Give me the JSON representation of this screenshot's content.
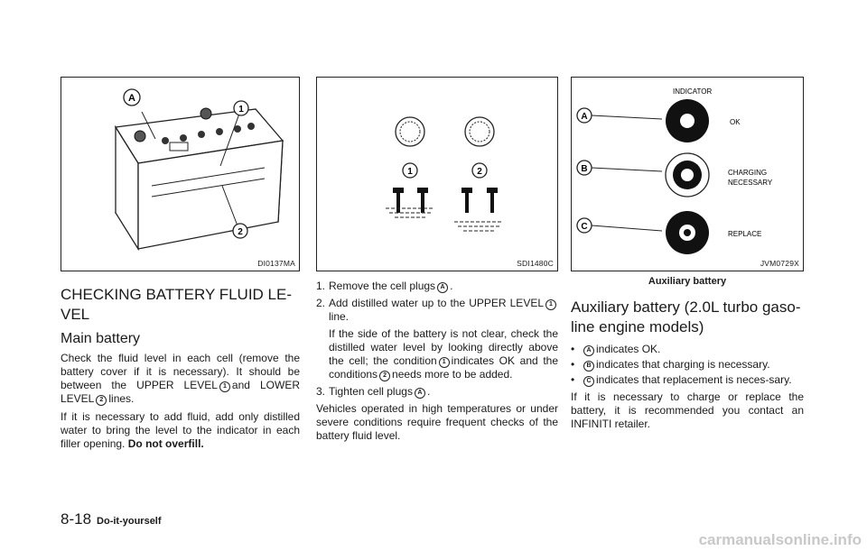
{
  "figures": {
    "battery": {
      "code": "DI0137MA",
      "callouts": [
        "A",
        "1",
        "2"
      ]
    },
    "cells": {
      "code": "SDI1480C",
      "callouts": [
        "1",
        "2"
      ]
    },
    "aux": {
      "code": "JVM0729X",
      "caption": "Auxiliary battery",
      "indicator": "INDICATOR",
      "ok": "OK",
      "charging1": "CHARGING",
      "charging2": "NECESSARY",
      "replace": "REPLACE",
      "callouts": [
        "A",
        "B",
        "C"
      ]
    }
  },
  "col1": {
    "heading_line1": "CHECKING BATTERY FLUID LE-",
    "heading_line2": "VEL",
    "subheading": "Main battery",
    "p1_a": "Check the fluid level in each cell (remove the battery cover if it is necessary). It should be between the UPPER LEVEL",
    "p1_b": "and LOWER LEVEL",
    "p1_c": "lines.",
    "p2_a": "If it is necessary to add fluid, add only distilled water to bring the level to the indicator in each filler opening.",
    "p2_b": "Do not overfill.",
    "sym_1": "1",
    "sym_2": "2"
  },
  "col2": {
    "s1_num": "1.",
    "s1_a": "Remove the cell plugs",
    "s1_b": ".",
    "s2_num": "2.",
    "s2_a": "Add distilled water up to the UPPER LEVEL",
    "s2_b": "line.",
    "s2_sub_a": "If the side of the battery is not clear, check the distilled water level by looking directly above the cell; the condition",
    "s2_sub_b": "indicates OK and the conditions",
    "s2_sub_c": "needs more to be added.",
    "s3_num": "3.",
    "s3_a": "Tighten cell plugs",
    "s3_b": ".",
    "p_end": "Vehicles operated in high temperatures or under severe conditions require frequent checks of the battery fluid level.",
    "sym_a": "A",
    "sym_1": "1",
    "sym_2": "2"
  },
  "col3": {
    "heading_line1": "Auxiliary battery (2.0L turbo gaso-",
    "heading_line2": "line engine models)",
    "b1": "indicates OK.",
    "b2": "indicates that charging is necessary.",
    "b3": "indicates that replacement is neces-sary.",
    "p_end": "If it is necessary to charge or replace the battery, it is recommended you contact an INFINITI retailer.",
    "bullet": "•",
    "sym_a": "A",
    "sym_b": "B",
    "sym_c": "C"
  },
  "footer": {
    "page": "8-18",
    "section": "Do-it-yourself"
  },
  "watermark": "carmanualsonline.info"
}
